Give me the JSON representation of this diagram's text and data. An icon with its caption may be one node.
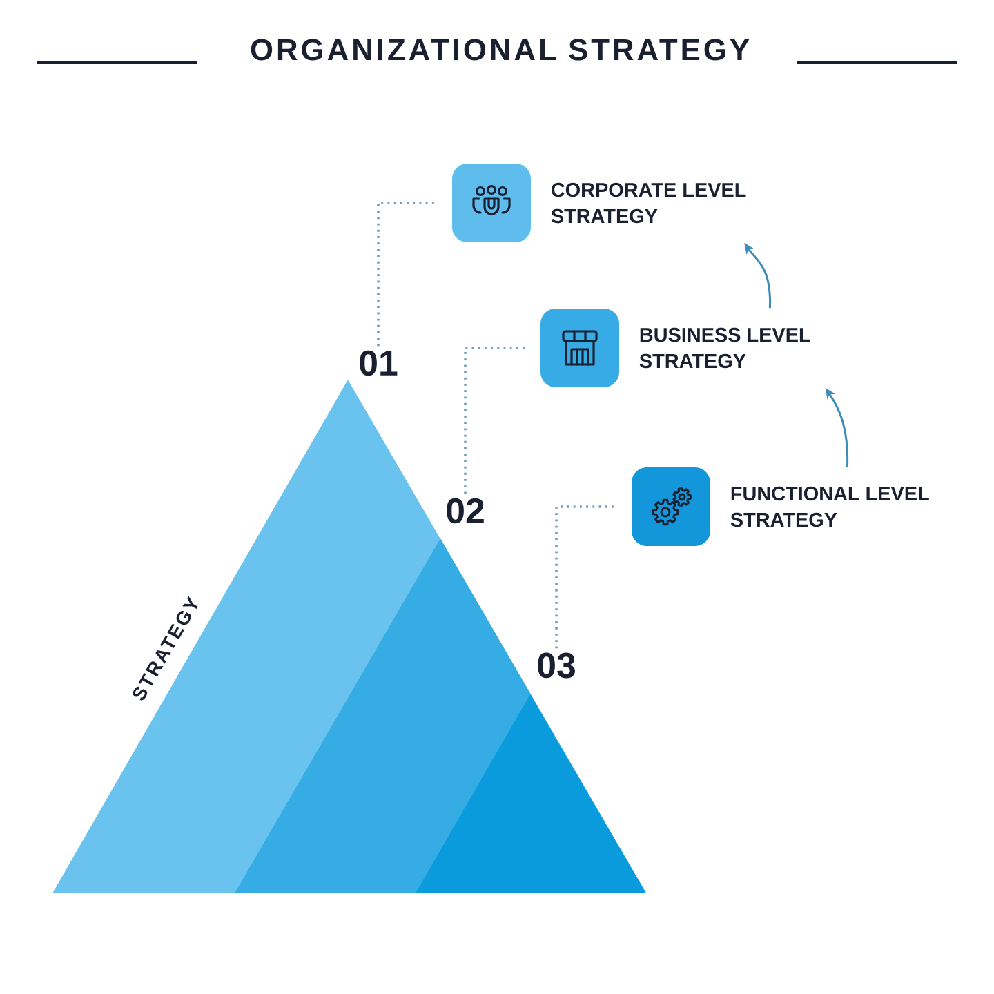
{
  "diagram": {
    "title": "ORGANIZATIONAL STRATEGY",
    "nodes": [
      {
        "text": [
          "CORPORATE LEVEL STRATEGY"
        ]
      },
      {
        "text": [
          "BUSINESS LEVEL STRATEGY"
        ]
      },
      {
        "text": [
          "FUNCTIONAL LEVEL STRATEGY"
        ]
      },
      {
        "text": [
          "01"
        ]
      },
      {
        "text": [
          "02"
        ]
      },
      {
        "text": [
          "03"
        ]
      }
    ],
    "edges": [
      {
        "from": 3,
        "to": 0,
        "arrow": "none",
        "style": "dashed"
      },
      {
        "from": 4,
        "to": 1,
        "arrow": "none",
        "style": "dashed"
      },
      {
        "from": 5,
        "to": 2,
        "arrow": "none",
        "style": "dashed"
      },
      {
        "from": 2,
        "to": 1,
        "arrow": "to",
        "color": "#3d8dba"
      },
      {
        "from": 1,
        "to": 0,
        "arrow": "to",
        "color": "#3d8dba"
      }
    ],
    "labels": [
      "STRATEGY"
    ]
  }
}
